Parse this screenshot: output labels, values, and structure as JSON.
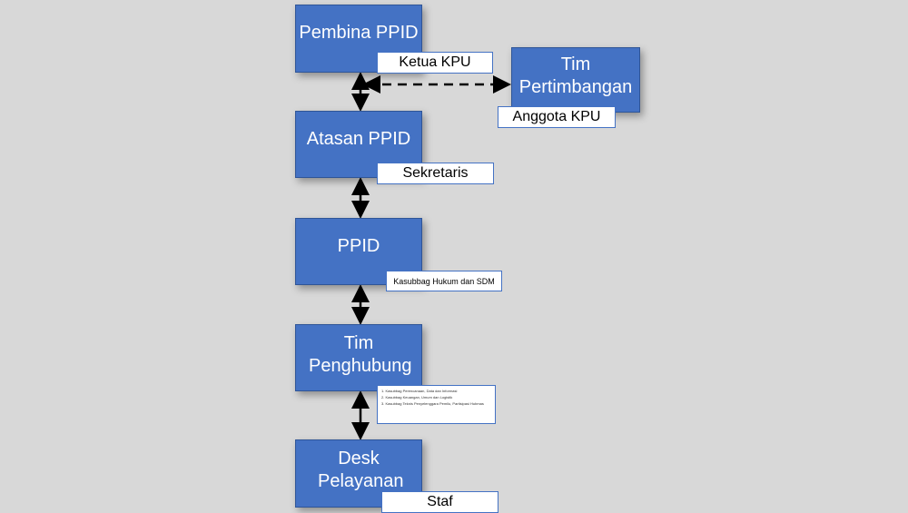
{
  "nodes": {
    "pembina": {
      "title": "Pembina PPID",
      "label": "Ketua KPU"
    },
    "tim_pertimbangan": {
      "title": "Tim Pertimbangan",
      "label": "Anggota KPU"
    },
    "atasan": {
      "title": "Atasan PPID",
      "label": "Sekretaris"
    },
    "ppid": {
      "title": "PPID",
      "label": "Kasubbag Hukum dan SDM"
    },
    "tim_penghubung": {
      "title": "Tim Penghubung",
      "items": [
        "1. Kasubbag Perencanaan, Data dan Informasi",
        "2. Kasubbag Keuangan, Umum dan Logistik",
        "3. Kasubbag Teknis Penyelenggara Pemilu, Partisipasi Hubmas"
      ]
    },
    "desk": {
      "title": "Desk Pelayanan",
      "label": "Staf"
    }
  },
  "colors": {
    "box": "#4472c4",
    "background": "#d8d8d8"
  }
}
